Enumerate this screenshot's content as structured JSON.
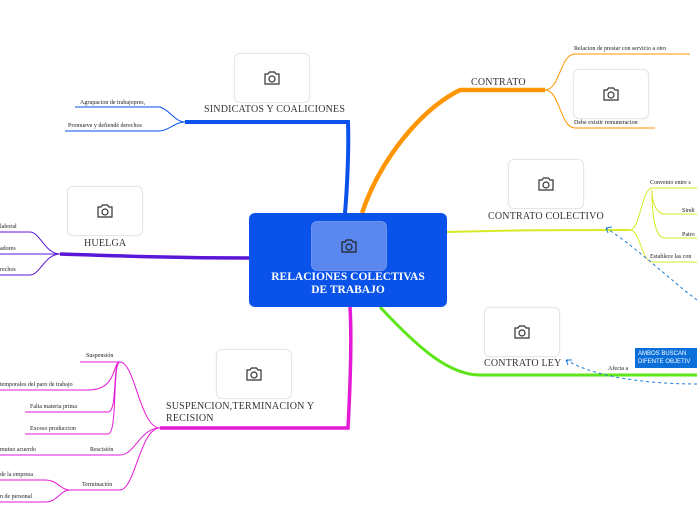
{
  "central": {
    "title_line1": "RELACIONES COLECTIVAS",
    "title_line2": "DE TRABAJO"
  },
  "sindicatos": {
    "title": "SINDICATOS Y COALICIONES",
    "items": [
      "Agrupacion de trabajopres,",
      "Promueve y defiendé derechos"
    ]
  },
  "huelga": {
    "title": "HUELGA",
    "items": [
      "laboral",
      "adores",
      "rechos"
    ]
  },
  "suspension": {
    "title_line1": "SUSPENCION,TERMINACION Y",
    "title_line2": "RECISION",
    "suspension_label": "Suspensión",
    "suspension_items": [
      "temporales del paro de trabajo",
      "Falta materia prima",
      "Exceso produccion"
    ],
    "rescision_label": "Rescisión",
    "rescision_items": [
      "mutuo acuerdo"
    ],
    "terminacion_label": "Terminación",
    "terminacion_items": [
      "de la empresa",
      "n de personal"
    ]
  },
  "contrato": {
    "title": "CONTRATO",
    "items": [
      "Relacion de prestar con servicio a otro",
      "Debe existir remuneracion"
    ]
  },
  "contrato_colectivo": {
    "title": "CONTRATO COLECTIVO",
    "items": [
      "Convenio entre s",
      "Sindi",
      "Patro",
      "Establece las con"
    ]
  },
  "contrato_ley": {
    "title": "CONTRATO LEY",
    "items": [
      "Afecta a"
    ]
  },
  "callout": {
    "text": "AMBOS BUSCAN DIFENTE OBJETIV"
  },
  "colors": {
    "central": "#0a53ea",
    "sindicatos": "#0a53ea",
    "huelga": "#5b17d8",
    "suspension": "#e51ad6",
    "contrato": "#ff9500",
    "contrato_colectivo": "#d7ea26",
    "contrato_ley": "#5ee61a",
    "callout": "#0a6fd8"
  },
  "icons": {
    "image_placeholder": "camera-icon"
  }
}
